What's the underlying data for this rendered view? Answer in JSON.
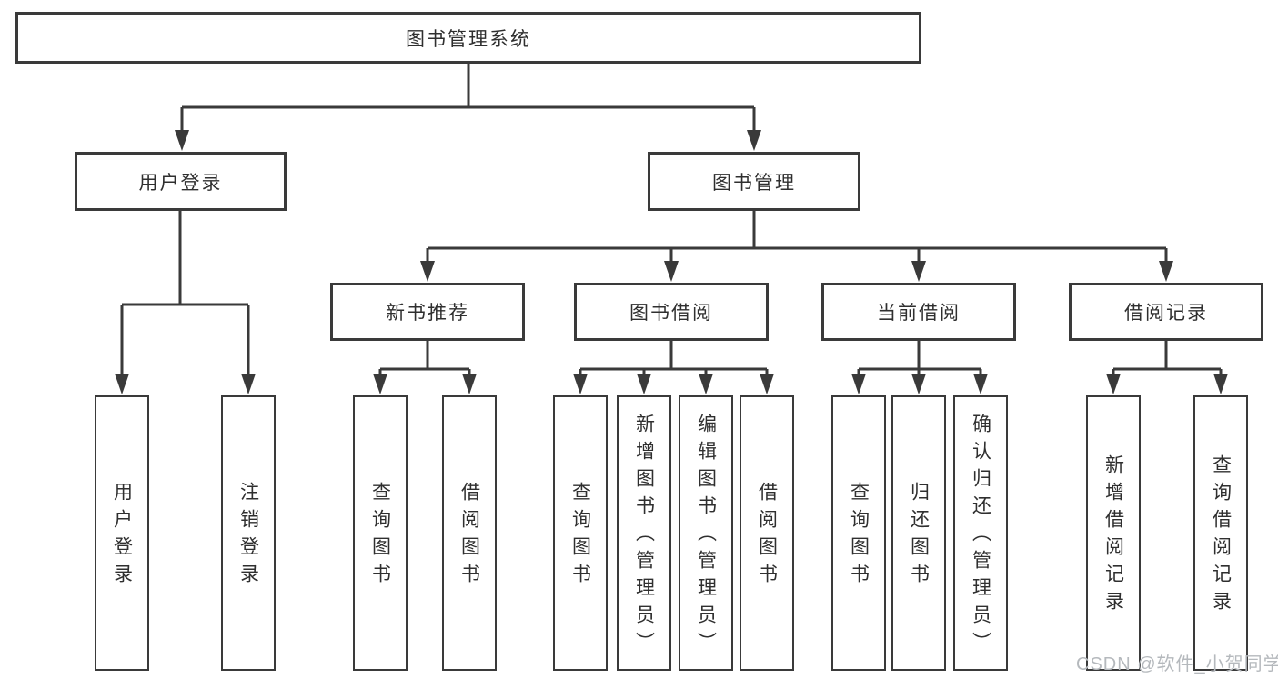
{
  "title": "图书管理系统",
  "watermark": "CSDN @软件_小贺同学",
  "colors": {
    "line": "#3a3a3a",
    "box_border": "#3a3a3a",
    "text": "#2f2f2f",
    "background": "#ffffff",
    "watermark": "#b5b9bd"
  },
  "chart_data": {
    "type": "tree-diagram",
    "title": "图书管理系统"
  },
  "tree": {
    "label": "图书管理系统",
    "children": [
      {
        "label": "用户登录",
        "children": [
          {
            "label": "用户登录"
          },
          {
            "label": "注销登录"
          }
        ]
      },
      {
        "label": "图书管理",
        "children": [
          {
            "label": "新书推荐",
            "children": [
              {
                "label": "查询图书"
              },
              {
                "label": "借阅图书"
              }
            ]
          },
          {
            "label": "图书借阅",
            "children": [
              {
                "label": "查询图书"
              },
              {
                "label": "新增图书（管理员）"
              },
              {
                "label": "编辑图书（管理员）"
              },
              {
                "label": "借阅图书"
              }
            ]
          },
          {
            "label": "当前借阅",
            "children": [
              {
                "label": "查询图书"
              },
              {
                "label": "归还图书"
              },
              {
                "label": "确认归还（管理员）"
              }
            ]
          },
          {
            "label": "借阅记录",
            "children": [
              {
                "label": "新增借阅记录"
              },
              {
                "label": "查询借阅记录"
              }
            ]
          }
        ]
      }
    ]
  }
}
